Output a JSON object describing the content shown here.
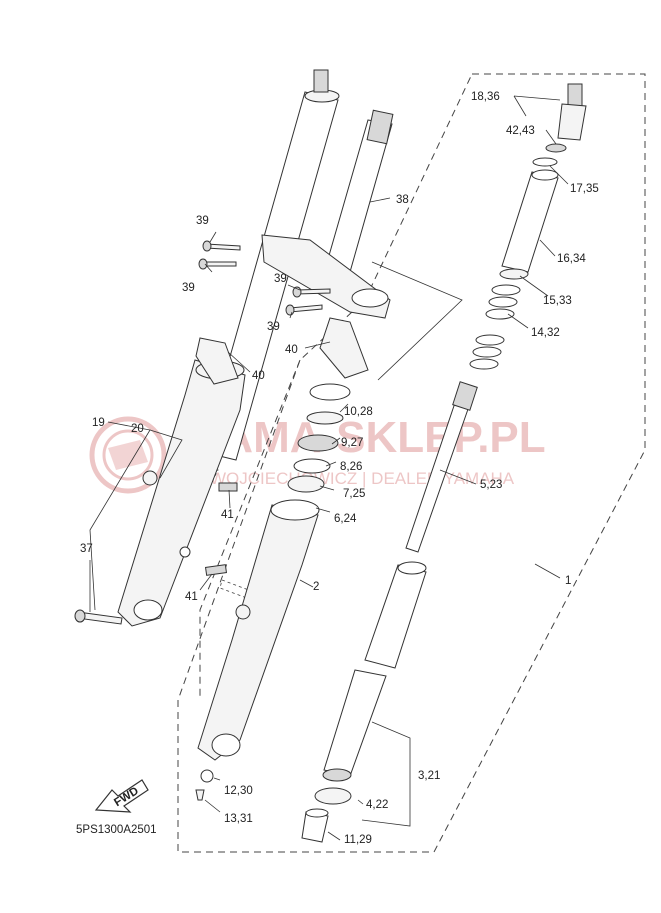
{
  "diagram": {
    "code": "5PS1300A2501",
    "fwd_label": "FWD"
  },
  "watermark": {
    "brand": "YAMA-SKLEP.PL",
    "tagline": "WOJCIECHOWICZ | DEALER YAMAHA"
  },
  "callouts": {
    "c1": "1",
    "c2": "2",
    "c19": "19",
    "c20": "20",
    "c37": "37",
    "c38": "38",
    "c39a": "39",
    "c39b": "39",
    "c39c": "39",
    "c39d": "39",
    "c40a": "40",
    "c40b": "40",
    "c41a": "41",
    "c41b": "41",
    "c18_36": "18,36",
    "c42_43": "42,43",
    "c17_35": "17,35",
    "c16_34": "16,34",
    "c15_33": "15,33",
    "c14_32": "14,32",
    "c10_28": "10,28",
    "c9_27": "9,27",
    "c8_26": "8,26",
    "c7_25": "7,25",
    "c6_24": "6,24",
    "c5_23": "5,23",
    "c3_21": "3,21",
    "c4_22": "4,22",
    "c11_29": "11,29",
    "c12_30": "12,30",
    "c13_31": "13,31"
  }
}
